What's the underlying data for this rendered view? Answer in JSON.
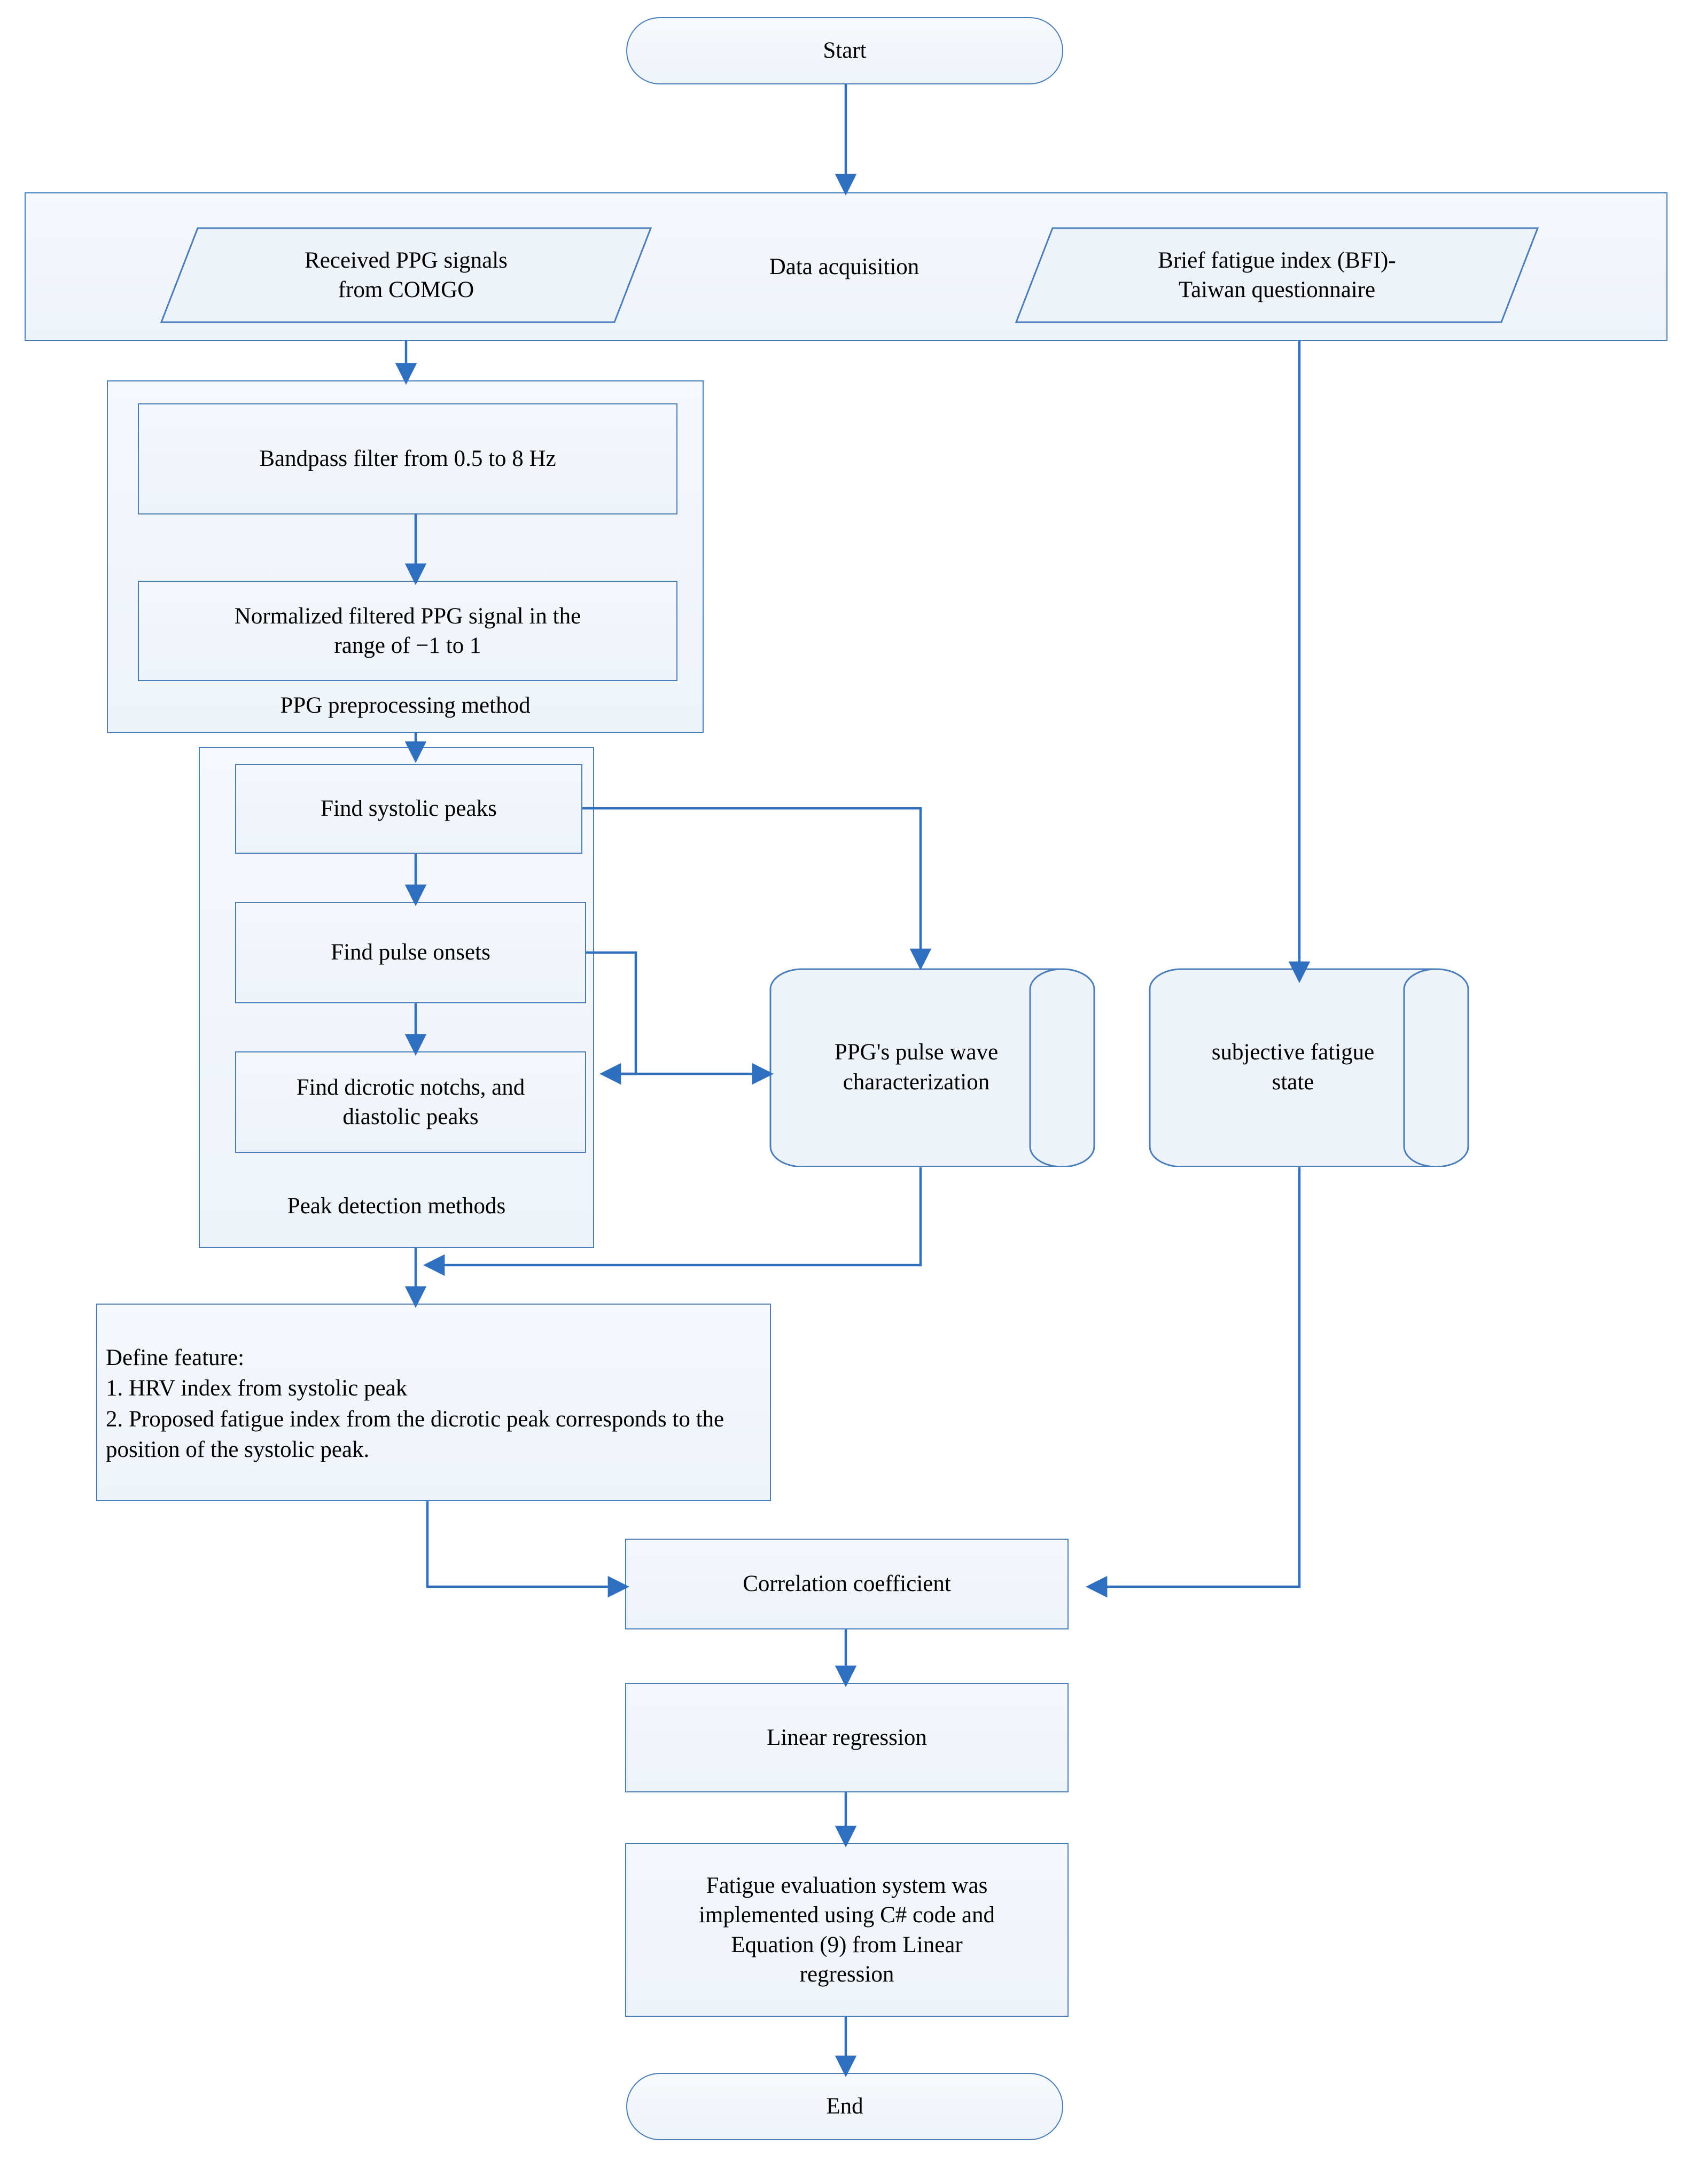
{
  "diagram": {
    "title": "PPG-based fatigue evaluation system flowchart",
    "accent_color": "#4a7ebb",
    "arrow_color": "#2f6fc0",
    "fill_color": "#eef3f9",
    "nodes": {
      "start": "Start",
      "data_acquisition_label": "Data acquisition",
      "received_ppg": "Received PPG signals\nfrom COMGO",
      "bfi_questionnaire": "Brief fatigue index (BFI)-\nTaiwan questionnaire",
      "bandpass_filter": "Bandpass filter from 0.5 to 8 Hz",
      "normalized_signal": "Normalized filtered PPG signal in the\nrange of −1 to 1",
      "ppg_preprocessing_label": "PPG preprocessing method",
      "find_systolic_peaks": "Find systolic peaks",
      "find_pulse_onsets": "Find pulse onsets",
      "find_dicrotic_notchs": "Find dicrotic notchs, and\ndiastolic peaks",
      "peak_detection_label": "Peak detection methods",
      "pulse_wave_characterization": "PPG's pulse wave\ncharacterization",
      "subjective_fatigue_state": "subjective fatigue\nstate",
      "define_feature": "Define feature:\n1. HRV index from systolic peak\n2. Proposed fatigue index from the dicrotic peak corresponds to the position of the systolic peak.",
      "correlation_coefficient": "Correlation coefficient",
      "linear_regression": "Linear regression",
      "fatigue_evaluation_system": "Fatigue evaluation system was\nimplemented using C# code and\nEquation (9) from Linear\nregression",
      "end": "End"
    }
  }
}
